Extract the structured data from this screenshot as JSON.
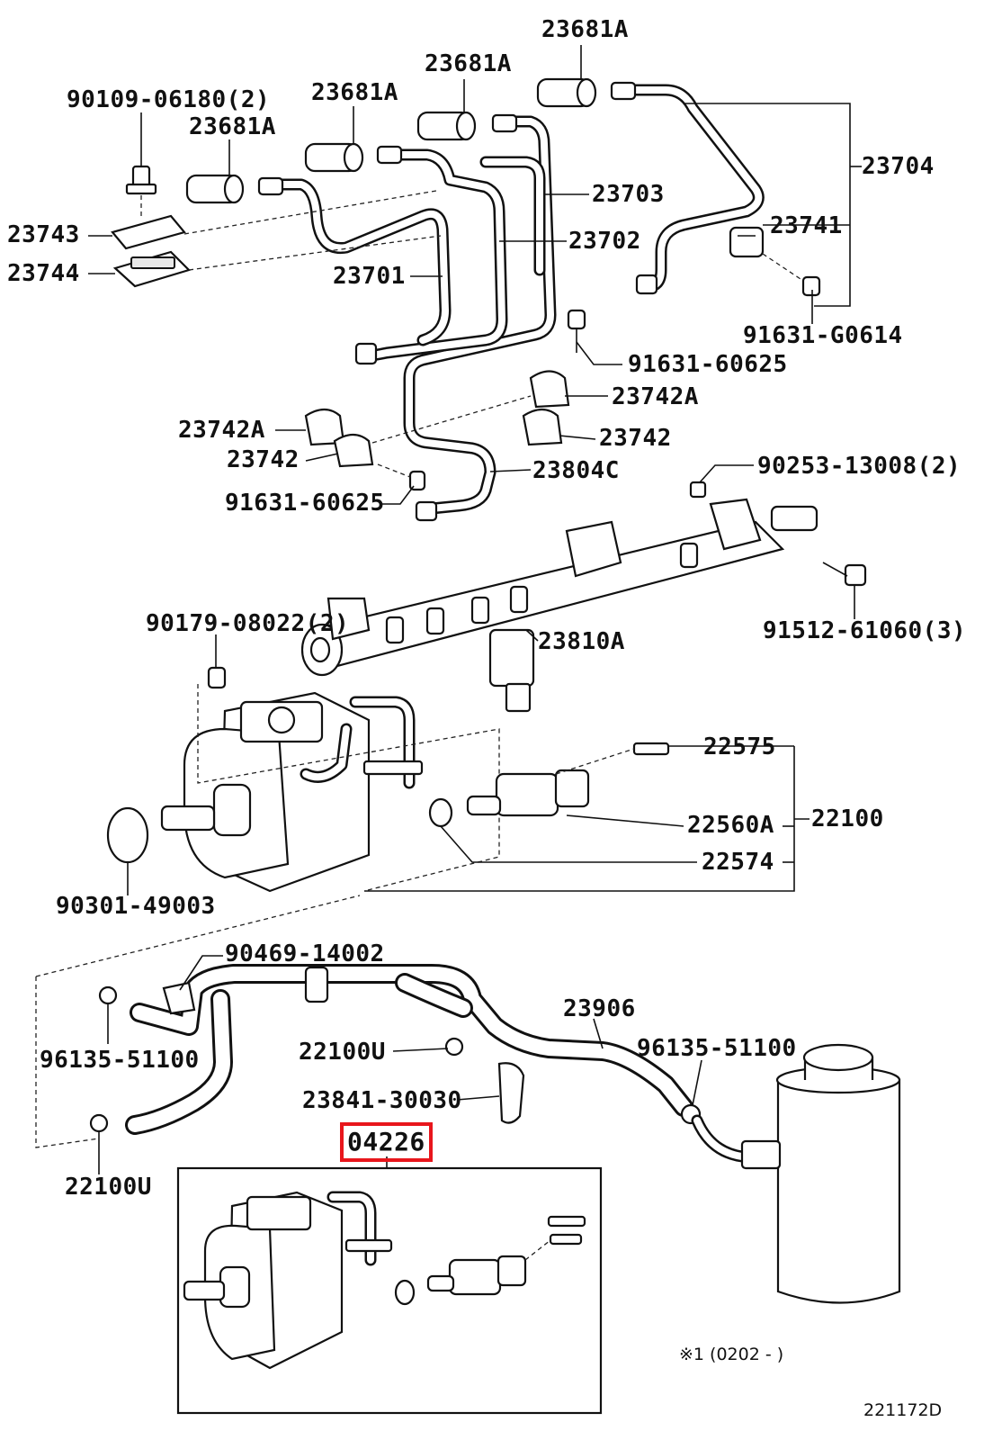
{
  "labels": [
    {
      "id": "l01",
      "text": "23681A"
    },
    {
      "id": "l02",
      "text": "23681A"
    },
    {
      "id": "l03",
      "text": "90109-06180(2)"
    },
    {
      "id": "l04",
      "text": "23681A"
    },
    {
      "id": "l05",
      "text": "23681A"
    },
    {
      "id": "l06",
      "text": "23704"
    },
    {
      "id": "l07",
      "text": "23703"
    },
    {
      "id": "l08",
      "text": "23743"
    },
    {
      "id": "l09",
      "text": "23702"
    },
    {
      "id": "l10",
      "text": "23741"
    },
    {
      "id": "l11",
      "text": "23744"
    },
    {
      "id": "l12",
      "text": "23701"
    },
    {
      "id": "l13",
      "text": "91631-G0614"
    },
    {
      "id": "l14",
      "text": "91631-60625"
    },
    {
      "id": "l15",
      "text": "23742A"
    },
    {
      "id": "l16",
      "text": "23742A"
    },
    {
      "id": "l17",
      "text": "23742"
    },
    {
      "id": "l18",
      "text": "23742"
    },
    {
      "id": "l19",
      "text": "23804C"
    },
    {
      "id": "l20",
      "text": "90253-13008(2)"
    },
    {
      "id": "l21",
      "text": "91631-60625"
    },
    {
      "id": "l22",
      "text": "90179-08022(2)"
    },
    {
      "id": "l23",
      "text": "91512-61060(3)"
    },
    {
      "id": "l24",
      "text": "23810A"
    },
    {
      "id": "l25",
      "text": "22575"
    },
    {
      "id": "l26",
      "text": "22560A"
    },
    {
      "id": "l27",
      "text": "22100"
    },
    {
      "id": "l28",
      "text": "22574"
    },
    {
      "id": "l29",
      "text": "90301-49003"
    },
    {
      "id": "l30",
      "text": "90469-14002"
    },
    {
      "id": "l31",
      "text": "23906"
    },
    {
      "id": "l32",
      "text": "96135-51100"
    },
    {
      "id": "l33",
      "text": "96135-51100"
    },
    {
      "id": "l34",
      "text": "22100U"
    },
    {
      "id": "l35",
      "text": "23841-30030"
    },
    {
      "id": "l36",
      "text": "04226"
    },
    {
      "id": "l37",
      "text": "22100U"
    }
  ],
  "note": "※1 (0202 -        )",
  "diagram_id": "221172D",
  "highlight_color": "#e8161c"
}
